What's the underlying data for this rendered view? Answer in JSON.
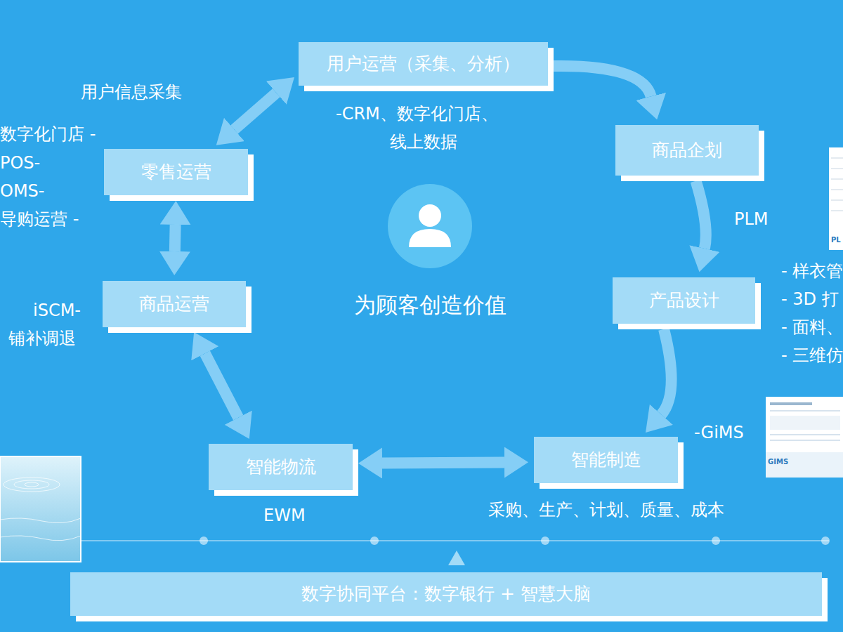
{
  "diagram": {
    "nodes": [
      {
        "text": [
          "用户运营（采集、分析）"
        ]
      },
      {
        "text": [
          "商品企划"
        ]
      },
      {
        "text": [
          "产品设计"
        ]
      },
      {
        "text": [
          "智能制造"
        ]
      },
      {
        "text": [
          "智能物流"
        ]
      },
      {
        "text": [
          "商品运营"
        ]
      },
      {
        "text": [
          "零售运营"
        ]
      },
      {
        "text": [
          "为顾客创造价值"
        ]
      },
      {
        "text": [
          "数字协同平台：数字银行 + 智慧大脑"
        ]
      }
    ],
    "edges": [
      {
        "from": 6,
        "to": 0,
        "arrow": "both",
        "label": "用户信息采集"
      },
      {
        "from": 0,
        "to": 1,
        "arrow": "to"
      },
      {
        "from": 1,
        "to": 2,
        "arrow": "to",
        "label": "PLM"
      },
      {
        "from": 2,
        "to": 3,
        "arrow": "to"
      },
      {
        "from": 3,
        "to": 4,
        "arrow": "both"
      },
      {
        "from": 4,
        "to": 5,
        "arrow": "both"
      },
      {
        "from": 5,
        "to": 6,
        "arrow": "both"
      }
    ],
    "labels": [
      "数字化门店 -",
      "POS-",
      "OMS-",
      "导购运营 -",
      "-CRM、数字化门店、",
      "线上数据",
      "iSCM-",
      "铺补调退",
      "EWM",
      "采购、生产、计划、质量、成本",
      "-GiMS",
      "- 样衣管",
      "- 3D 打",
      "- 面料、",
      "- 三维仿",
      "PL",
      "GIMS"
    ]
  }
}
